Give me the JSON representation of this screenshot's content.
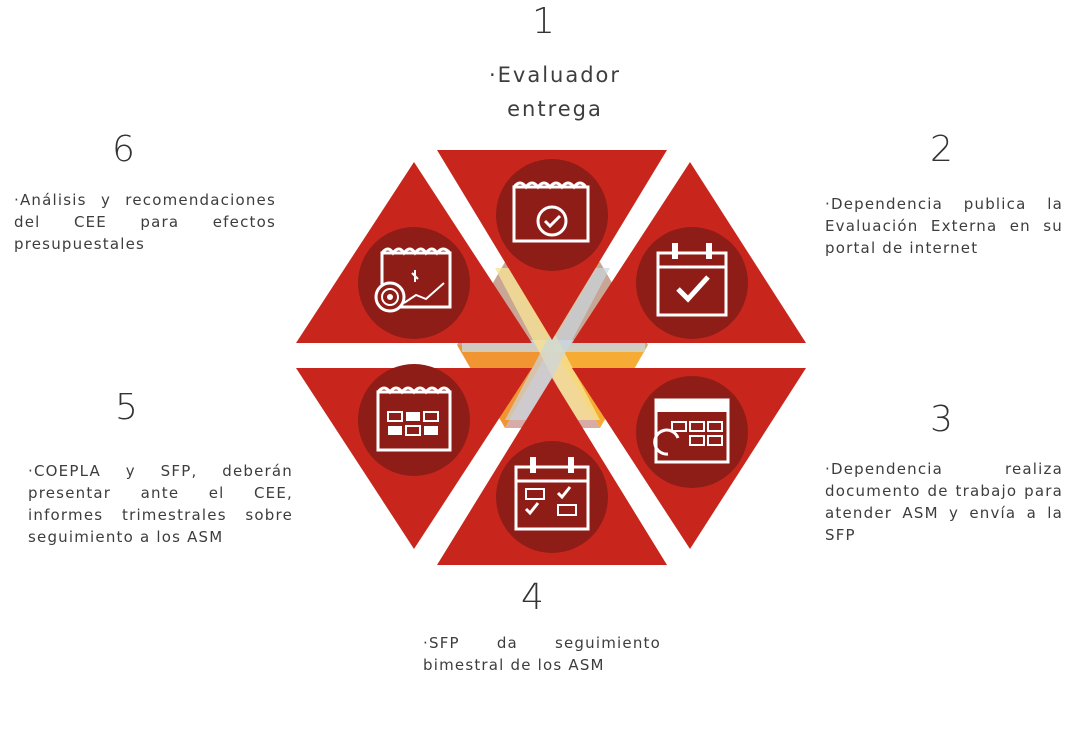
{
  "colors": {
    "red": "#c8261c",
    "dark_red": "#8f1d17",
    "orange": "#f08a1c",
    "yellow": "#f6e08a",
    "blue_grey": "#c5d3dc",
    "icon_white": "#ffffff"
  },
  "steps": [
    {
      "number": "1",
      "text": "·Evaluador entrega",
      "icon": "calendar-check-circle-icon"
    },
    {
      "number": "2",
      "text": "·Dependencia publica la Evaluación Externa en su portal de internet",
      "icon": "calendar-checkmark-icon"
    },
    {
      "number": "3",
      "text": "·Dependencia realiza documento de trabajo para atender ASM y envía a la SFP",
      "icon": "calendar-refresh-icon"
    },
    {
      "number": "4",
      "text": "·SFP da seguimiento bimestral de los ASM",
      "icon": "calendar-checklist-icon"
    },
    {
      "number": "5",
      "text": "·COEPLA y SFP, deberán presentar ante el CEE, informes trimestrales sobre seguimiento a los ASM",
      "icon": "calendar-grid-icon"
    },
    {
      "number": "6",
      "text": "·Análisis y recomendaciones del CEE para efectos presupuestales",
      "icon": "calendar-target-chart-icon"
    }
  ]
}
